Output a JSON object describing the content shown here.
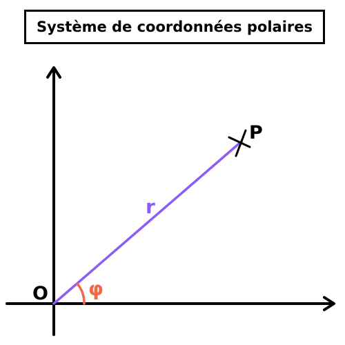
{
  "title": "Système de coordonnées polaires",
  "labels": {
    "origin": "O",
    "point": "P",
    "radius": "r",
    "angle": "φ"
  },
  "colors": {
    "axes": "#000000",
    "radius_line": "#8b5cf6",
    "angle_arc": "#f06a4a",
    "text": "#000000"
  }
}
